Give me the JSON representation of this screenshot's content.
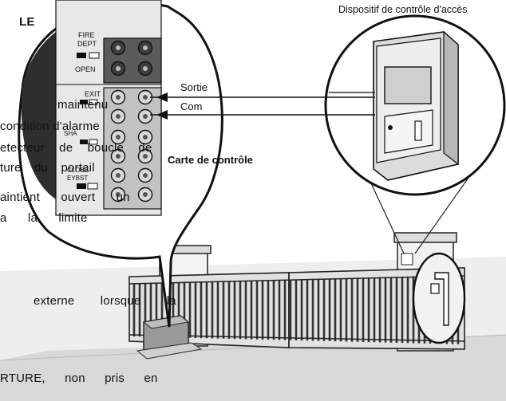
{
  "document": {
    "heading_fragment": "LE",
    "text_fragments": [
      "maintenu",
      "condition d'alarme",
      "etecteur de boucle de",
      "ture du portail",
      "aintient ouvert un",
      "a la limite",
      "externe lorsque la",
      "RTURE, non pris en"
    ]
  },
  "diagram": {
    "access_device_label": "Dispositif de contrôle d'accès",
    "control_board_label": "Carte de contrôle",
    "wire_labels": [
      "Sortie",
      "Com"
    ],
    "terminal_labels": {
      "fire_dept": [
        "FIRE",
        "DEPT"
      ],
      "open": "OPEN",
      "exit": "EXIT",
      "shadow": "SHA",
      "close": "CLOSE",
      "eybst": "EYBST"
    },
    "colors": {
      "line": "#1a1a1a",
      "board": "#e6e6e6",
      "terminal_dark": "#5a5a5a",
      "terminal_light": "#bdbdbd",
      "gate": "#3a3a3a",
      "pavement": "#d9d9d9"
    }
  }
}
